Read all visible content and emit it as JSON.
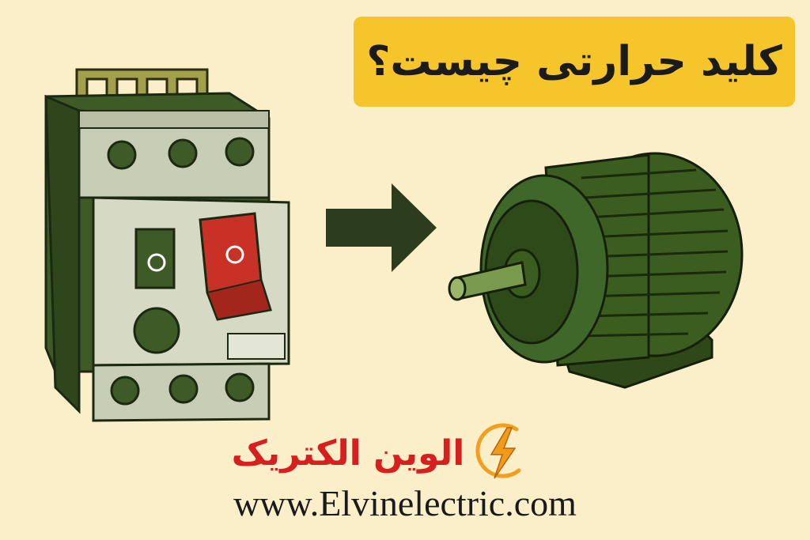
{
  "title": "کلید حرارتی چیست؟",
  "breaker": {
    "left_button_symbol": "O",
    "right_button_symbol": "O"
  },
  "brand": {
    "name": "الوین الکتریک",
    "website": "www.Elvinelectric.com"
  },
  "icons": [
    "thermal-overload-relay-icon",
    "right-arrow-icon",
    "electric-motor-icon",
    "lightning-bolt-icon"
  ],
  "colors": {
    "background": "#fbefc9",
    "title_bg": "#f6c52a",
    "brand_red": "#d81f1f",
    "breaker_green": "#3e5a26",
    "button_red": "#c83226",
    "motor_green": "#3b5d1f",
    "copper": "#a2a04a"
  }
}
